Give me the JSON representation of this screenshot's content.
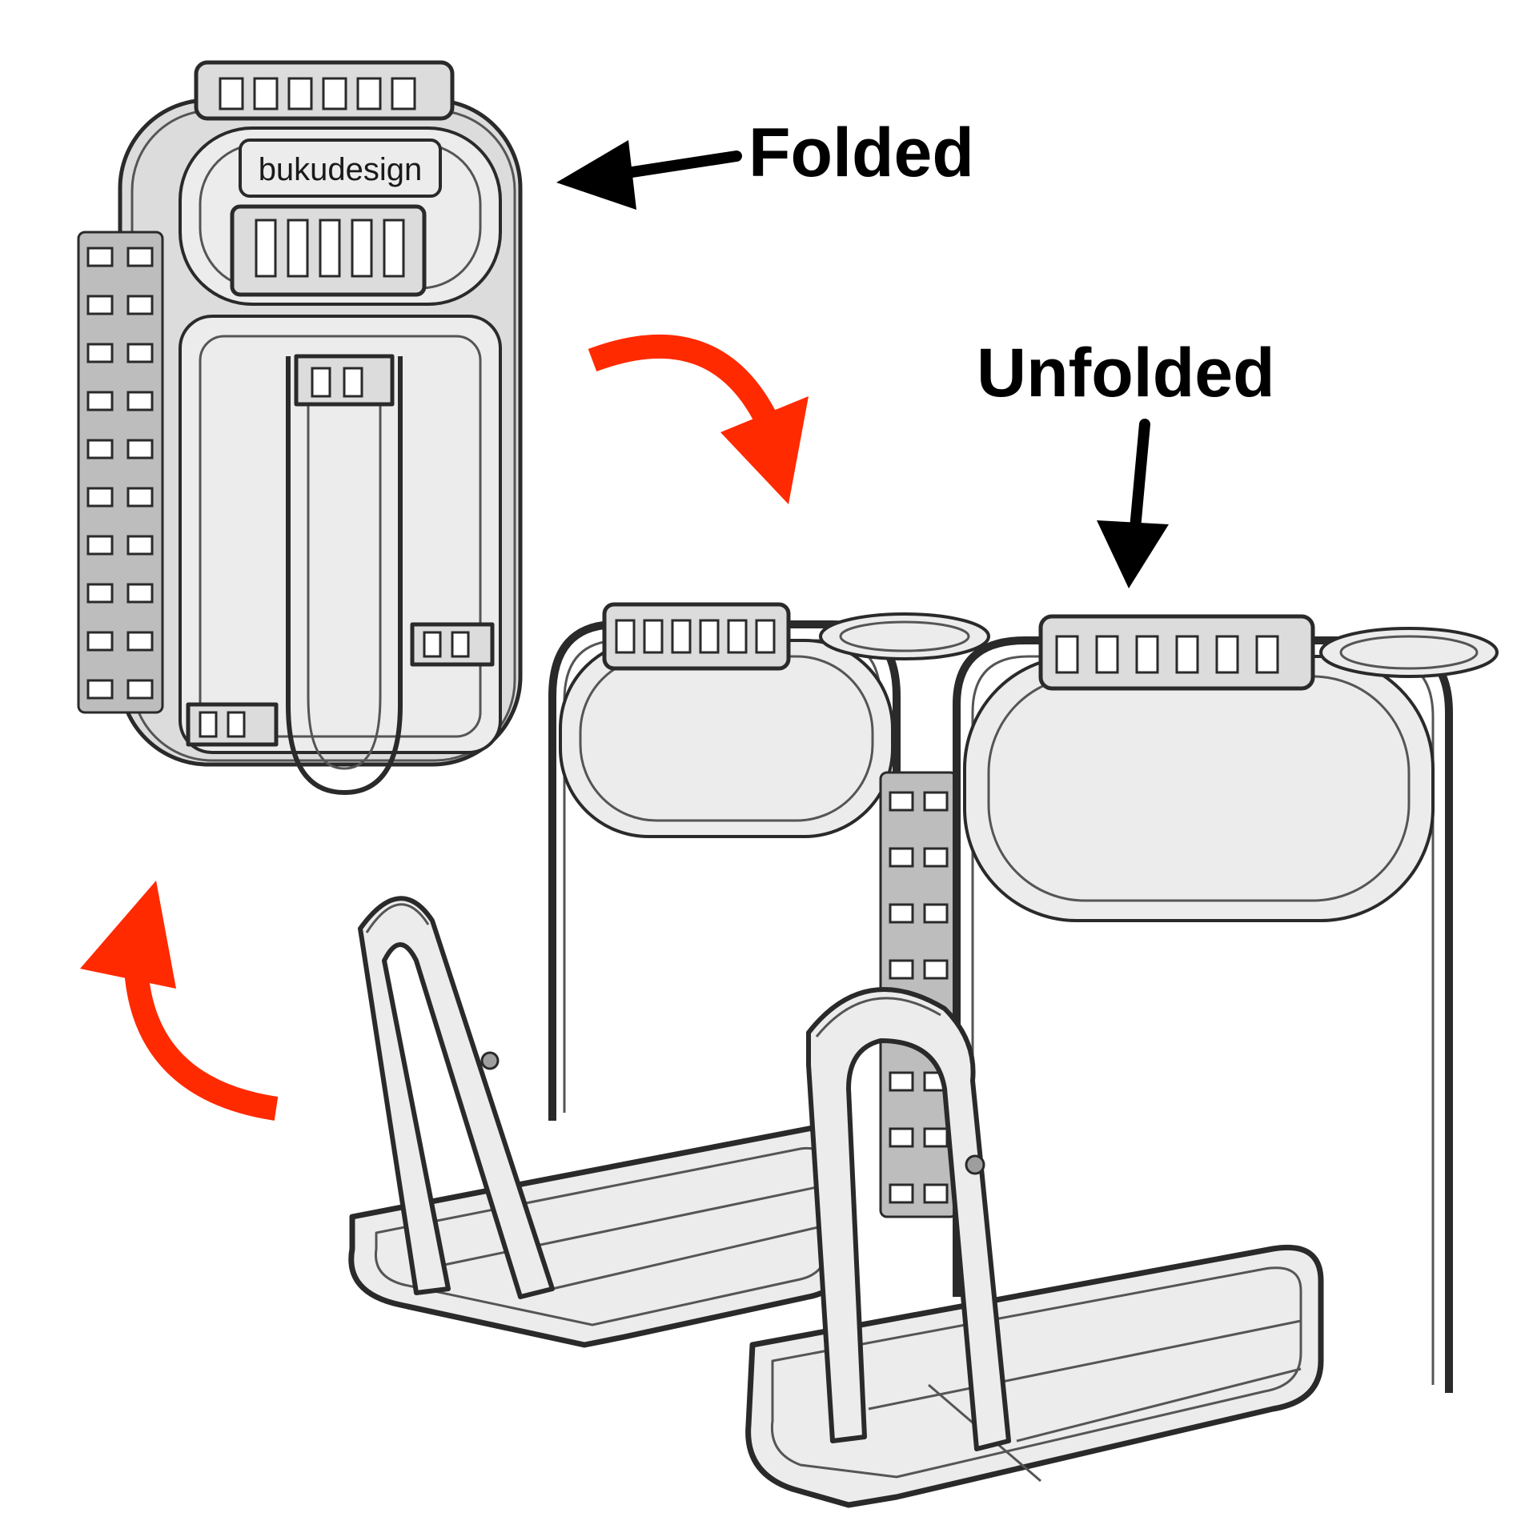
{
  "labels": {
    "folded": "Folded",
    "unfolded": "Unfolded",
    "logo": "bukudesign"
  },
  "colors": {
    "callout_arrow": "#000000",
    "motion_arrow": "#ff2a00",
    "part_fill": "#dcdcdc",
    "part_outline": "#2a2a2a"
  }
}
